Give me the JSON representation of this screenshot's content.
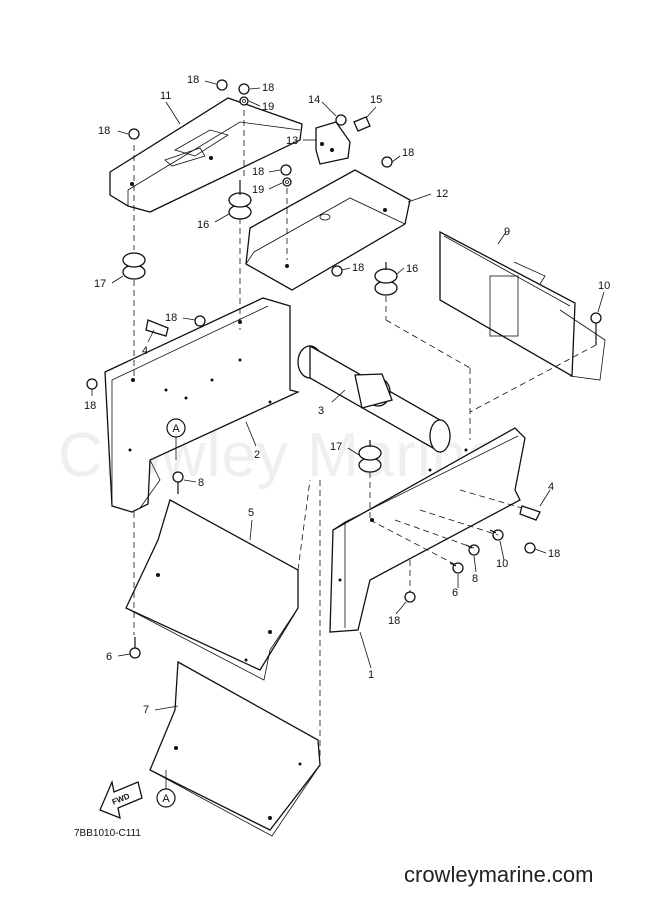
{
  "diagram": {
    "watermark": "Crowley Marine",
    "footer_site": "crowleymarine.com",
    "drawing_code": "7BB1010-C111",
    "fwd_label": "FWD",
    "ref_marker": "A",
    "callouts": [
      {
        "id": "c1",
        "label": "1"
      },
      {
        "id": "c2",
        "label": "2"
      },
      {
        "id": "c3",
        "label": "3"
      },
      {
        "id": "c4a",
        "label": "4"
      },
      {
        "id": "c4b",
        "label": "4"
      },
      {
        "id": "c5",
        "label": "5"
      },
      {
        "id": "c6a",
        "label": "6"
      },
      {
        "id": "c6b",
        "label": "6"
      },
      {
        "id": "c7",
        "label": "7"
      },
      {
        "id": "c8a",
        "label": "8"
      },
      {
        "id": "c8b",
        "label": "8"
      },
      {
        "id": "c9",
        "label": "9"
      },
      {
        "id": "c10a",
        "label": "10"
      },
      {
        "id": "c10b",
        "label": "10"
      },
      {
        "id": "c11",
        "label": "11"
      },
      {
        "id": "c12",
        "label": "12"
      },
      {
        "id": "c13",
        "label": "13"
      },
      {
        "id": "c14",
        "label": "14"
      },
      {
        "id": "c15",
        "label": "15"
      },
      {
        "id": "c16a",
        "label": "16"
      },
      {
        "id": "c16b",
        "label": "16"
      },
      {
        "id": "c17a",
        "label": "17"
      },
      {
        "id": "c17b",
        "label": "17"
      },
      {
        "id": "c18a",
        "label": "18"
      },
      {
        "id": "c18b",
        "label": "18"
      },
      {
        "id": "c18c",
        "label": "18"
      },
      {
        "id": "c18d",
        "label": "18"
      },
      {
        "id": "c18e",
        "label": "18"
      },
      {
        "id": "c18f",
        "label": "18"
      },
      {
        "id": "c18g",
        "label": "18"
      },
      {
        "id": "c18h",
        "label": "18"
      },
      {
        "id": "c18i",
        "label": "18"
      },
      {
        "id": "c18j",
        "label": "18"
      },
      {
        "id": "c19a",
        "label": "19"
      },
      {
        "id": "c19b",
        "label": "19"
      }
    ]
  }
}
